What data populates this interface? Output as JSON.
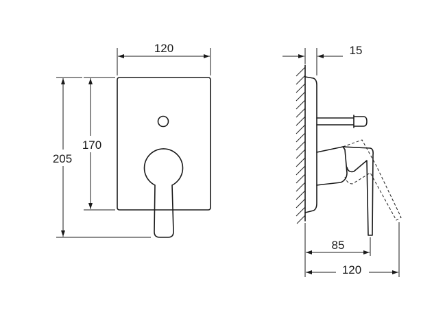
{
  "front_view": {
    "width_label": "120",
    "inner_height_label": "170",
    "overall_height_label": "205"
  },
  "side_view": {
    "depth_label": "15",
    "handle_reach_label": "85",
    "overall_depth_label": "120"
  }
}
